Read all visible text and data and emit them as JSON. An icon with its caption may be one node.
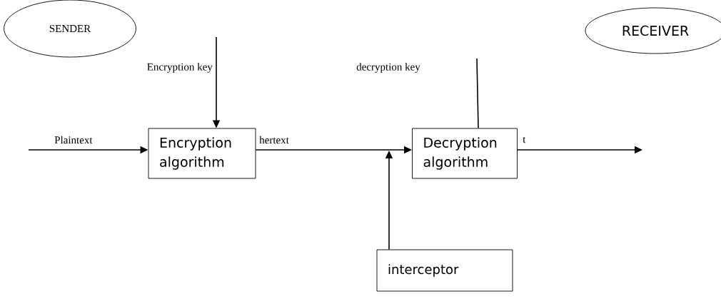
{
  "diagram": {
    "nodes": [
      {
        "text": [
          "SENDER"
        ]
      },
      {
        "text": [
          "RECEIVER"
        ]
      },
      {
        "text": [
          "Encryption algorithm"
        ]
      },
      {
        "text": [
          "Decryption algorithm"
        ]
      },
      {
        "text": [
          "interceptor"
        ]
      }
    ],
    "edges": [
      {
        "from": null,
        "to": 2,
        "arrow": "to"
      },
      {
        "from": null,
        "to": 2,
        "arrow": "to"
      },
      {
        "from": 2,
        "to": 3,
        "arrow": "to"
      },
      {
        "from": 4,
        "to": null,
        "arrow": "to"
      },
      {
        "from": null,
        "to": 3,
        "arrow": "none"
      },
      {
        "from": 3,
        "to": null,
        "arrow": "to"
      }
    ],
    "labels": [
      "Encryption key",
      "decryption  key",
      "Plaintext",
      "hertext",
      "t"
    ]
  }
}
